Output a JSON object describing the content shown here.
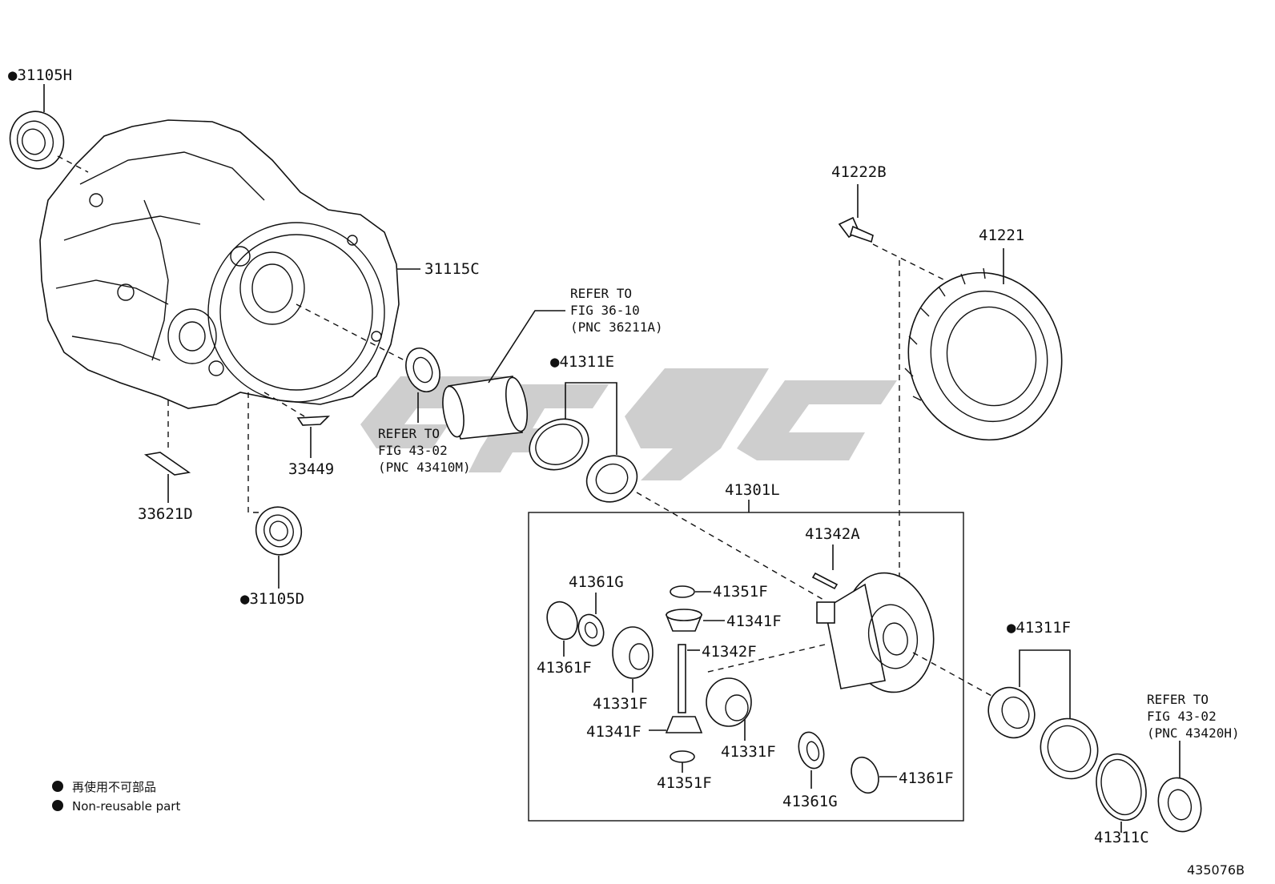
{
  "labels": {
    "p31105H": "●31105H",
    "p31115C": "31115C",
    "p33449": "33449",
    "p33621D": "33621D",
    "p31105D": "●31105D",
    "p41222B": "41222B",
    "p41221": "41221",
    "p41311E": "●41311E",
    "p41301L": "41301L",
    "p41342A": "41342A",
    "p41361G_a": "41361G",
    "p41351F_a": "41351F",
    "p41341F_a": "41341F",
    "p41342F": "41342F",
    "p41361F_a": "41361F",
    "p41331F_a": "41331F",
    "p41341F_b": "41341F",
    "p41351F_b": "41351F",
    "p41331F_b": "41331F",
    "p41361G_b": "41361G",
    "p41361F_b": "41361F",
    "p41311F": "●41311F",
    "p41311C": "41311C"
  },
  "refs": {
    "r1": [
      "REFER TO",
      "FIG 36-10",
      "(PNC 36211A)"
    ],
    "r2": [
      "REFER TO",
      "FIG 43-02",
      "(PNC 43410M)"
    ],
    "r3": [
      "REFER TO",
      "FIG 43-02",
      "(PNC 43420H)"
    ]
  },
  "legend": {
    "jp": "再使用不可部品",
    "en": "Non-reusable part"
  },
  "figure_id": "435076B",
  "colors": {
    "line": "#111111",
    "watermark": "#c4c4c4",
    "background": "#ffffff"
  },
  "icons": [
    "filled-circle-marker"
  ]
}
